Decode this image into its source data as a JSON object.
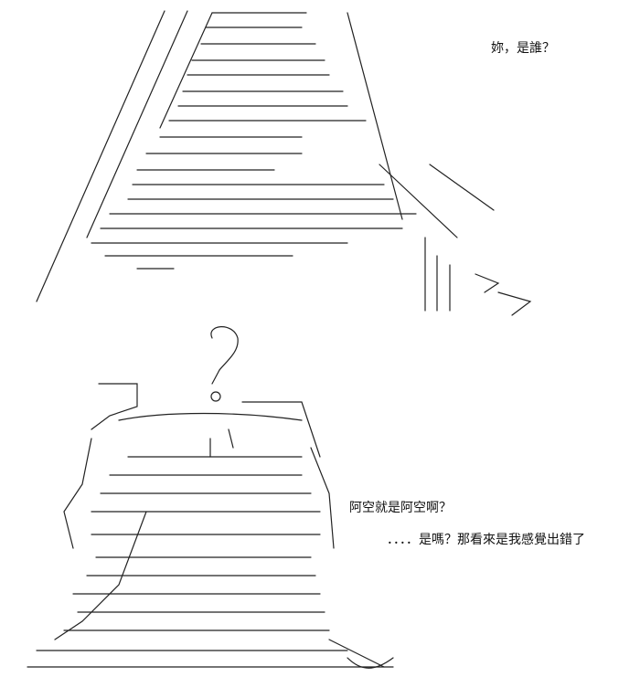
{
  "dialogue": {
    "line1": "妳，是誰？",
    "line2": "阿空就是阿空啊？",
    "line3": "．．．．是嗎？那看來是我感覺出錯了"
  },
  "art_icon": "ascii-art-illustration"
}
